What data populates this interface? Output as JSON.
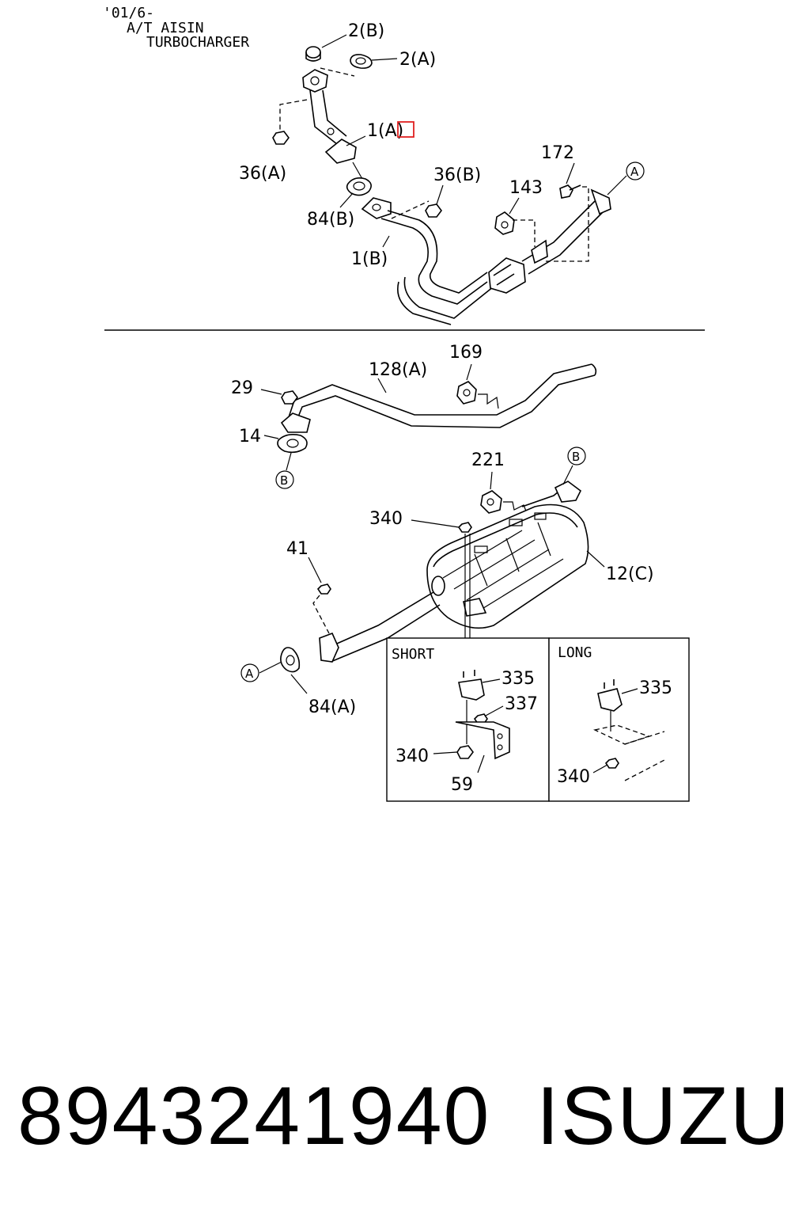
{
  "header": {
    "line1": "'01/6-",
    "line2": "A/T AISIN",
    "line3": "TURBOCHARGER"
  },
  "callouts": {
    "c_2b": "2(B)",
    "c_2a": "2(A)",
    "c_1a": "1(A)",
    "c_36a": "36(A)",
    "c_36b": "36(B)",
    "c_84b": "84(B)",
    "c_1b": "1(B)",
    "c_143": "143",
    "c_172": "172",
    "c_128a": "128(A)",
    "c_169": "169",
    "c_29": "29",
    "c_14": "14",
    "c_221": "221",
    "c_340_top": "340",
    "c_41": "41",
    "c_12c": "12(C)",
    "c_84a": "84(A)"
  },
  "connectors": {
    "a": "A",
    "b": "B"
  },
  "insets": {
    "short": {
      "title": "SHORT",
      "c_335": "335",
      "c_337": "337",
      "c_340": "340",
      "c_59": "59"
    },
    "long": {
      "title": "LONG",
      "c_335": "335",
      "c_340": "340"
    }
  },
  "highlight_color": "#e02020",
  "footer": {
    "part_number": "8943241940",
    "brand": "ISUZU"
  }
}
